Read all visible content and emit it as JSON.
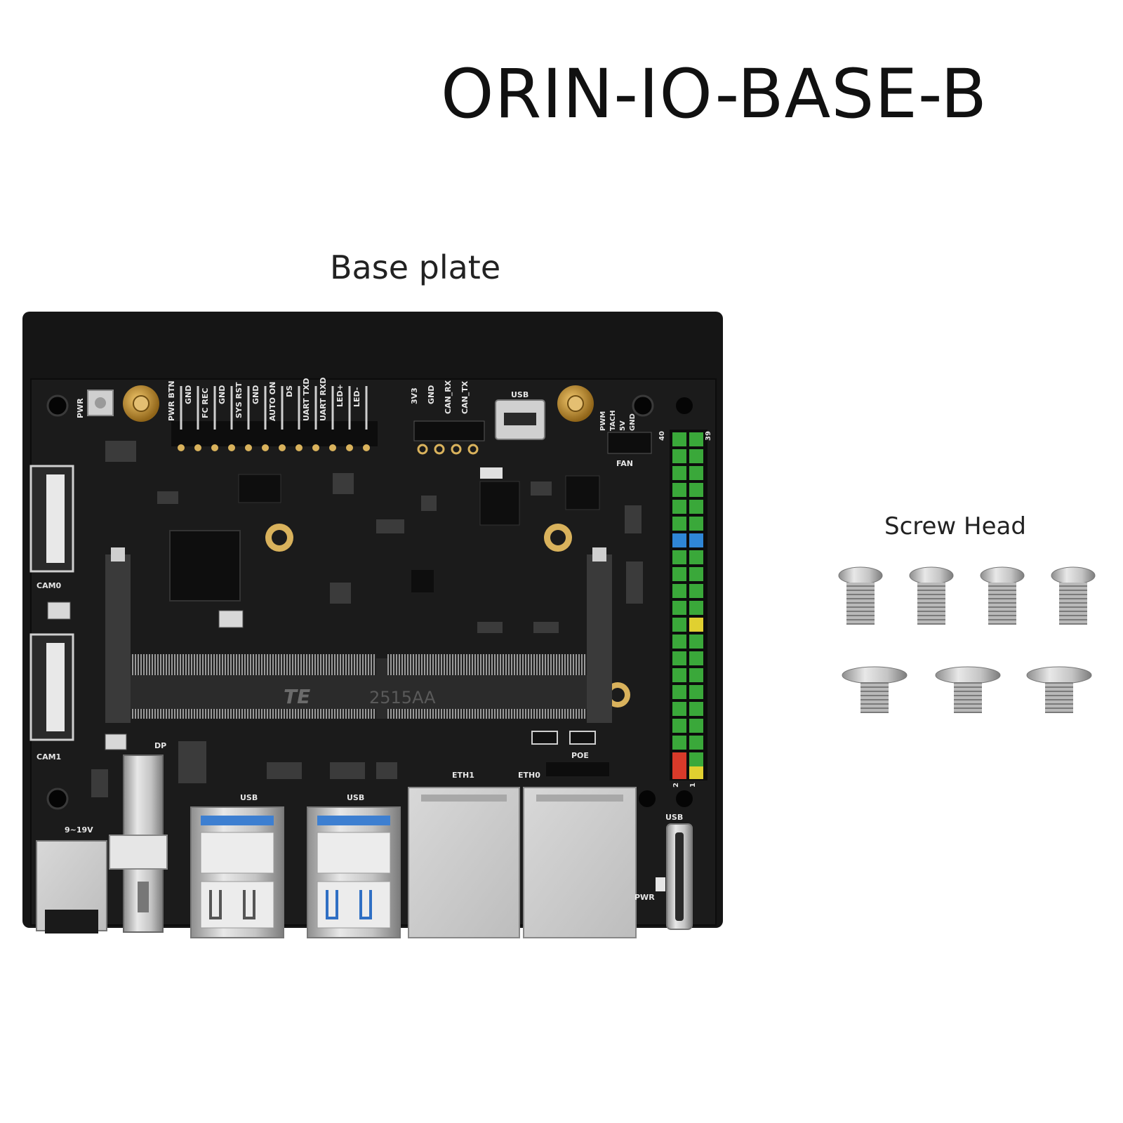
{
  "title": "ORIN-IO-BASE-B",
  "labels": {
    "base_plate": "Base plate",
    "screw_head": "Screw Head"
  },
  "silkscreen": {
    "pwr_btn": "PWR",
    "header_pins": [
      "PWR BTN",
      "GND",
      "FC REC",
      "GND",
      "SYS RST",
      "GND",
      "AUTO ON",
      "DS",
      "UART TXD",
      "UART RXD",
      "LED+",
      "LED-"
    ],
    "can_pins": [
      "3V3",
      "GND",
      "CAN_RX",
      "CAN_TX"
    ],
    "usb_top": "USB",
    "fan_pins": [
      "PWM",
      "TACH",
      "5V",
      "GND"
    ],
    "fan": "FAN",
    "gpio_top_left": "40",
    "gpio_top_right": "39",
    "gpio_bottom_left": "2",
    "gpio_bottom_right": "1",
    "cam0": "CAM0",
    "cam1": "CAM1",
    "dp": "DP",
    "poe": "POE",
    "power_in": "9~19V",
    "usb_a1": "USB",
    "usb_a2": "USB",
    "eth1": "ETH1",
    "eth0": "ETH0",
    "usb_c": "USB",
    "pwr_led": "PWR",
    "connector_brand": "TE",
    "connector_part": "2515AA"
  },
  "colors": {
    "board": "#111111",
    "pcb": "#1c1c1c",
    "gold": "#b8862d",
    "pin_green": "#3aa83a",
    "pin_blue": "#2f86d6",
    "pin_yellow": "#e0d030",
    "pin_red": "#d83a2a",
    "metal": "#c9c9c9"
  }
}
